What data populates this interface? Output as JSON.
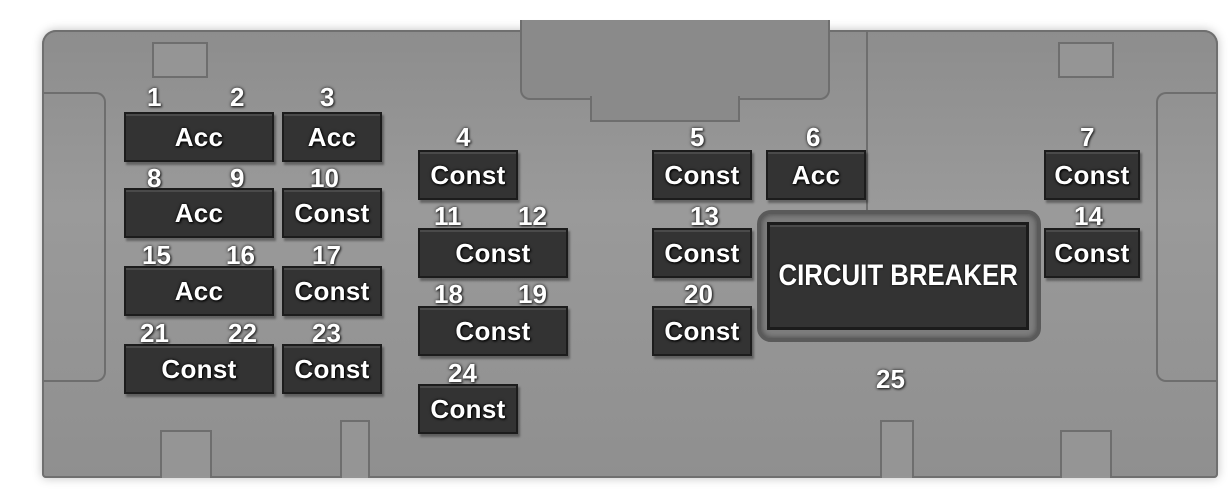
{
  "fuses": [
    {
      "slots": [
        "1",
        "2"
      ],
      "label": "Acc"
    },
    {
      "slots": [
        "3"
      ],
      "label": "Acc"
    },
    {
      "slots": [
        "4"
      ],
      "label": "Const"
    },
    {
      "slots": [
        "5"
      ],
      "label": "Const"
    },
    {
      "slots": [
        "6"
      ],
      "label": "Acc"
    },
    {
      "slots": [
        "7"
      ],
      "label": "Const"
    },
    {
      "slots": [
        "8",
        "9"
      ],
      "label": "Acc"
    },
    {
      "slots": [
        "10"
      ],
      "label": "Const"
    },
    {
      "slots": [
        "11",
        "12"
      ],
      "label": "Const"
    },
    {
      "slots": [
        "13"
      ],
      "label": "Const"
    },
    {
      "slots": [
        "14"
      ],
      "label": "Const"
    },
    {
      "slots": [
        "15",
        "16"
      ],
      "label": "Acc"
    },
    {
      "slots": [
        "17"
      ],
      "label": "Const"
    },
    {
      "slots": [
        "18",
        "19"
      ],
      "label": "Const"
    },
    {
      "slots": [
        "20"
      ],
      "label": "Const"
    },
    {
      "slots": [
        "21",
        "22"
      ],
      "label": "Const"
    },
    {
      "slots": [
        "23"
      ],
      "label": "Const"
    },
    {
      "slots": [
        "24"
      ],
      "label": "Const"
    }
  ],
  "circuit_breaker": {
    "number": "25",
    "label": "CIRCUIT BREAKER"
  },
  "colors": {
    "panel": "#8d8d8d",
    "fuse": "#333333",
    "text": "#ffffff"
  }
}
